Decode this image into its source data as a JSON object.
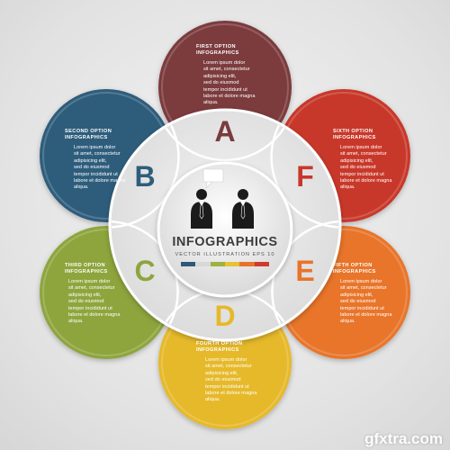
{
  "infographic": {
    "title": "INFOGRAPHICS",
    "subtitle": "VECTOR ILLUSTRATION EPS 10",
    "colorbar": [
      "#2e5a78",
      "#d8d8d8",
      "#9fb13f",
      "#e7c234",
      "#e8742a",
      "#cf3a2a"
    ]
  },
  "options": [
    {
      "id": "a",
      "letter": "A",
      "title1": "FIRST OPTION",
      "title2": "INFOGRAPHICS",
      "color": "#7b3b3e",
      "body": [
        "Lorem ipsum dolor",
        "sit amet, consectetur",
        "adipisicing elit,",
        "sed do eiusmod",
        "tempor incididunt ut",
        "labore et dolore magna",
        "aliqua."
      ]
    },
    {
      "id": "b",
      "letter": "B",
      "title1": "SECOND OPTION",
      "title2": "INFOGRAPHICS",
      "color": "#2f5d7c",
      "body": [
        "Lorem ipsum dolor",
        "sit amet, consectetur",
        "adipisicing elit,",
        "sed do eiusmod",
        "tempor incididunt ut",
        "labore et dolore magna",
        "aliqua."
      ]
    },
    {
      "id": "c",
      "letter": "C",
      "title1": "THIRD OPTION",
      "title2": "INFOGRAPHICS",
      "color": "#8ea53e",
      "body": [
        "Lorem ipsum dolor",
        "sit amet, consectetur",
        "adipisicing elit,",
        "sed do eiusmod",
        "tempor incididunt ut",
        "labore et dolore magna",
        "aliqua."
      ]
    },
    {
      "id": "d",
      "letter": "D",
      "title1": "FOURTH OPTION",
      "title2": "INFOGRAPHICS",
      "color": "#e6b92c",
      "body": [
        "Lorem ipsum dolor",
        "sit amet, consectetur",
        "adipisicing elit,",
        "sed do eiusmod",
        "tempor incididunt ut",
        "labore et dolore magna",
        "aliqua."
      ]
    },
    {
      "id": "e",
      "letter": "E",
      "title1": "FIFTH OPTION",
      "title2": "INFOGRAPHICS",
      "color": "#e8742a",
      "body": [
        "Lorem ipsum dolor",
        "sit amet, consectetur",
        "adipisicing elit,",
        "sed do eiusmod",
        "tempor incididunt ut",
        "labore et dolore magna",
        "aliqua."
      ]
    },
    {
      "id": "f",
      "letter": "F",
      "title1": "SIXTH OPTION",
      "title2": "INFOGRAPHICS",
      "color": "#c8372b",
      "body": [
        "Lorem ipsum dolor",
        "sit amet, consectetur",
        "adipisicing elit,",
        "sed do eiusmod",
        "tempor incididunt ut",
        "labore et dolore magna",
        "aliqua."
      ]
    }
  ],
  "icons": [
    "businessman-icon",
    "businessman-icon",
    "speech-bubble-icon"
  ],
  "watermark": "gfxtra.com"
}
